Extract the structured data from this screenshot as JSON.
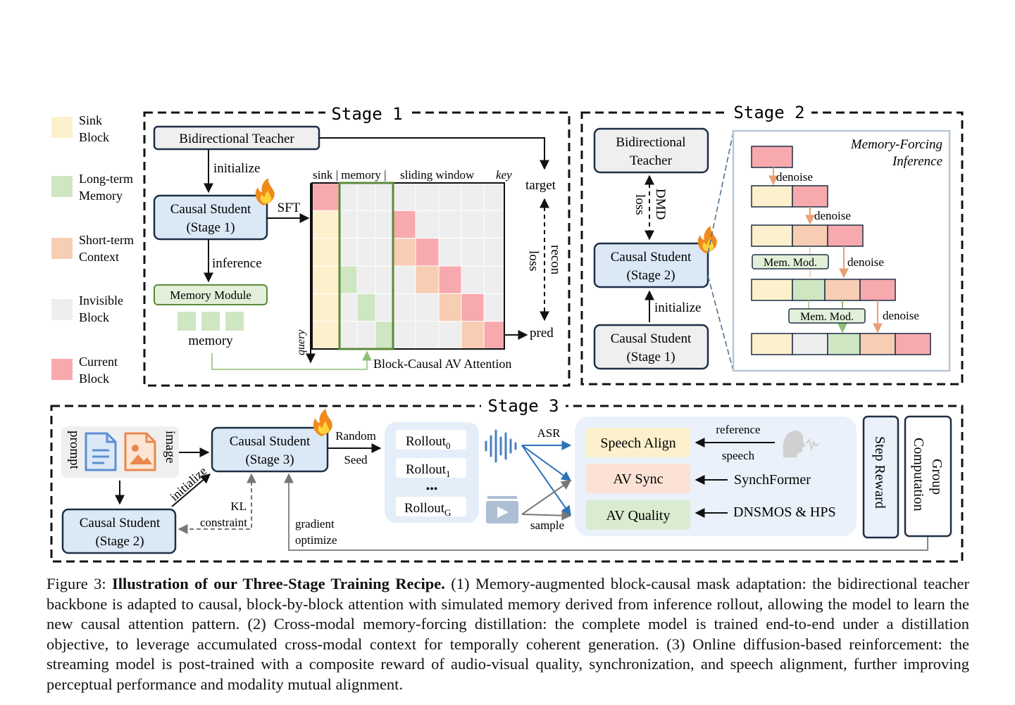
{
  "legend": [
    {
      "line1": "Sink",
      "line2": "Block",
      "color": "#fdf0cc"
    },
    {
      "line1": "Long-term",
      "line2": "Memory",
      "color": "#cfe6c3"
    },
    {
      "line1": "Short-term",
      "line2": "Context",
      "color": "#f7cdb3"
    },
    {
      "line1": "Invisible",
      "line2": "Block",
      "color": "#eeeeee"
    },
    {
      "line1": "Current",
      "line2": "Block",
      "color": "#f8a9ad"
    }
  ],
  "colors": {
    "sink": "#fdf0cc",
    "memory": "#cfe6c3",
    "short": "#f7cdb3",
    "invisible": "#eeeeee",
    "current": "#f8a9ad",
    "student": "#dbe8f6",
    "teacher": "#efefef",
    "memory_module": "#e2f0d9",
    "dark": "#1f2f45",
    "green_line": "#5b8a3a",
    "light_green_line": "#a9cf95",
    "panel_blue": "#eaf1fa"
  },
  "stage1": {
    "title": "Stage 1",
    "teacher": "Bidirectional Teacher",
    "initialize": "initialize",
    "student_line1": "Causal Student",
    "student_line2": "(Stage 1)",
    "sft": "SFT",
    "inference": "inference",
    "memory_module": "Memory Module",
    "memory": "memory",
    "header_sink": "sink | memory |",
    "header_window": "sliding window",
    "key": "key",
    "query": "query",
    "target": "target",
    "recon": "recon",
    "loss": "loss",
    "pred": "pred",
    "attention_label": "Block-Causal AV Attention"
  },
  "stage2": {
    "title": "Stage 2",
    "teacher_line1": "Bidirectional",
    "teacher_line2": "Teacher",
    "dmd": "DMD",
    "loss": "loss",
    "student2_line1": "Causal Student",
    "student2_line2": "(Stage 2)",
    "initialize": "initialize",
    "student1_line1": "Causal Student",
    "student1_line2": "(Stage 1)",
    "inference_title_line1": "Memory-Forcing",
    "inference_title_line2": "Inference",
    "denoise": "denoise",
    "mem_mod": "Mem. Mod."
  },
  "stage3": {
    "title": "Stage 3",
    "prompt": "prompt",
    "image": "image",
    "student3_line1": "Causal Student",
    "student3_line2": "(Stage 3)",
    "student2_line1": "Causal Student",
    "student2_line2": "(Stage 2)",
    "initialize": "initialize",
    "random": "Random",
    "seed": "Seed",
    "rollouts": [
      "Rollout",
      "Rollout",
      "Rollout"
    ],
    "rollout_subs": [
      "0",
      "1",
      "G"
    ],
    "dots": "•••",
    "asr": "ASR",
    "sample": "sample",
    "speech_align": "Speech Align",
    "av_sync": "AV Sync",
    "av_quality": "AV Quality",
    "reference": "reference",
    "speech": "speech",
    "synchformer": "SynchFormer",
    "dnsmos": "DNSMOS & HPS",
    "step_reward": "Step Reward",
    "group_line1": "Group",
    "group_line2": "Computation",
    "kl": "KL",
    "constraint": "constraint",
    "gradient": "gradient",
    "optimize": "optimize"
  },
  "caption": {
    "label": "Figure 3:",
    "title": "Illustration of our Three-Stage Training Recipe.",
    "body": " (1) Memory-augmented block-causal mask adaptation: the bidirectional teacher backbone is adapted to causal, block-by-block attention with simulated memory derived from inference rollout, allowing the model to learn the new causal attention pattern. (2) Cross-modal memory-forcing distillation: the complete model is trained end-to-end under a distillation objective, to leverage accumulated cross-modal context for temporally coherent generation. (3) Online diffusion-based reinforcement: the streaming model is post-trained with a composite reward of audio-visual quality, synchronization, and speech alignment, further improving perceptual performance and modality mutual alignment."
  }
}
